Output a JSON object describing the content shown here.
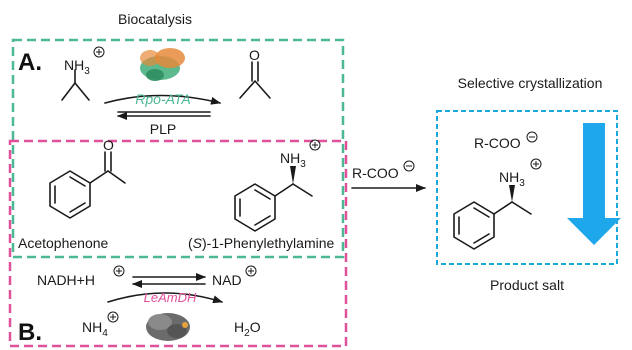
{
  "title": "Biocatalysis",
  "right_title": "Selective crystallization",
  "panel_a": {
    "letter": "A.",
    "amine_donor": "NH",
    "amine_donor_sub": "3",
    "enzyme": "Rpo-ATA",
    "cofactor": "PLP"
  },
  "panel_b": {
    "letter": "B.",
    "nadh": "NADH+H",
    "nad": "NAD",
    "enzyme": "LeAmDH",
    "ammonium": "NH",
    "ammonium_sub": "4",
    "water": "H",
    "water_sub": "2",
    "water_tail": "O"
  },
  "shared": {
    "substrate": "Acetophenone",
    "product_s": "S",
    "product_rest": ")-1-Phenylethylamine",
    "product_amine": "NH",
    "product_amine_sub": "3"
  },
  "transfer": {
    "acid": "R-COO"
  },
  "salt": {
    "acid": "R-COO",
    "amine": "NH",
    "amine_sub": "3",
    "label": "Product salt"
  },
  "colors": {
    "teal": "#4db895",
    "magenta": "#e0509b",
    "cyan": "#1aa7dd",
    "arrow_blue": "#1ea7ea"
  }
}
